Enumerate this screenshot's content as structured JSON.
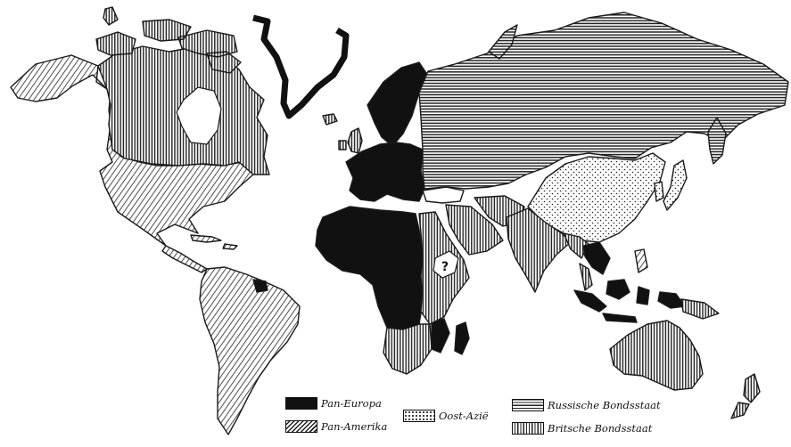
{
  "legend": {
    "pan_europa": "Pan-Europa",
    "pan_amerika": "Pan-Amerika",
    "oost_azie": "Oost-Azië",
    "russische": "Russische Bondsstaat",
    "britsche": "Britsche Bondsstaat"
  },
  "map_annotations": {
    "ethiopia_mark": "?"
  },
  "colors": {
    "pan_europa": "#111111",
    "ink": "#1a1a1a",
    "paper": "#ffffff"
  },
  "patterns": {
    "pan_amerika": "diagonal-hatch",
    "oost_azie": "dotted",
    "russische": "horizontal-lines",
    "britsche": "vertical-lines"
  }
}
